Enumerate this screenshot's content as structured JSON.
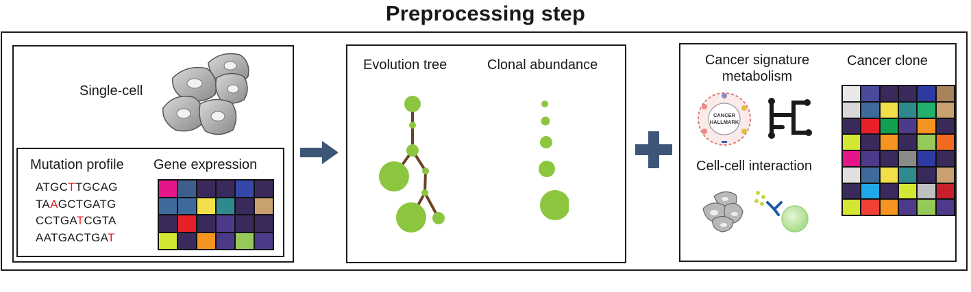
{
  "title": "Preprocessing step",
  "panel1": {
    "single_cell_label": "Single-cell",
    "mutation_header": "Mutation profile",
    "gene_header": "Gene expression",
    "sequences": [
      {
        "pre": "ATGC",
        "mut": "T",
        "post": "TGCAG"
      },
      {
        "pre": "TA",
        "mut": "A",
        "post": "GCTGATG"
      },
      {
        "pre": "CCTGA",
        "mut": "T",
        "post": "CGTA"
      },
      {
        "pre": "AATGACTGA",
        "mut": "T",
        "post": ""
      }
    ],
    "gene_colors": [
      [
        "#e5168a",
        "#3e5f8e",
        "#3a2a5c",
        "#3a2a5c",
        "#3348a8",
        "#3a2a5c"
      ],
      [
        "#3f6a9c",
        "#3f6a9c",
        "#f2e04a",
        "#2f8a8e",
        "#3a2a5c",
        "#c9a070"
      ],
      [
        "#3a2a5c",
        "#e8202a",
        "#3a2a5c",
        "#4e3a8a",
        "#3a2a5c",
        "#3a2a5c"
      ],
      [
        "#d2e632",
        "#3a2a5c",
        "#f59420",
        "#4a3a88",
        "#95c95a",
        "#4e3a8a"
      ]
    ]
  },
  "panel2": {
    "tree_label": "Evolution tree",
    "abundance_label": "Clonal abundance",
    "tree_color": "#8cc63f",
    "edge_color": "#6b4226"
  },
  "panel3": {
    "signature_label_line1": "Cancer signature",
    "signature_label_line2": "metabolism",
    "hallmark_line1": "CANCER",
    "hallmark_line2": "HALLMARK",
    "interaction_label": "Cell-cell interaction",
    "clone_label": "Cancer clone",
    "clone_colors": [
      [
        "#e8e8e8",
        "#4a4a9a",
        "#3a2a5c",
        "#3a2a5c",
        "#2e3aa0",
        "#a8825a"
      ],
      [
        "#d8d8d8",
        "#3f6a9c",
        "#f2e04a",
        "#2f8a8e",
        "#22b06a",
        "#c9a070"
      ],
      [
        "#3a2a5c",
        "#e8202a",
        "#10a050",
        "#4e3a8a",
        "#f59420",
        "#3a2a5c"
      ],
      [
        "#d2e632",
        "#3a2a5c",
        "#f59420",
        "#3a2a5c",
        "#95c95a",
        "#f26a20"
      ],
      [
        "#e5168a",
        "#4e3a8a",
        "#3a2a5c",
        "#8a8a8a",
        "#2e3aa0",
        "#3a2a5c"
      ],
      [
        "#e0e0e0",
        "#3f6a9c",
        "#f2e04a",
        "#2f8a8e",
        "#3a2a5c",
        "#c9a070"
      ],
      [
        "#3a2a5c",
        "#20a8e8",
        "#3a2a5c",
        "#d2e632",
        "#c0c0c0",
        "#c8202a"
      ],
      [
        "#d2e632",
        "#ee4035",
        "#f59420",
        "#4e3a8a",
        "#95c95a",
        "#4e3a8a"
      ]
    ]
  },
  "colors": {
    "arrow": "#3d5577",
    "plus": "#3d5577",
    "mutation_red": "#e02020"
  }
}
